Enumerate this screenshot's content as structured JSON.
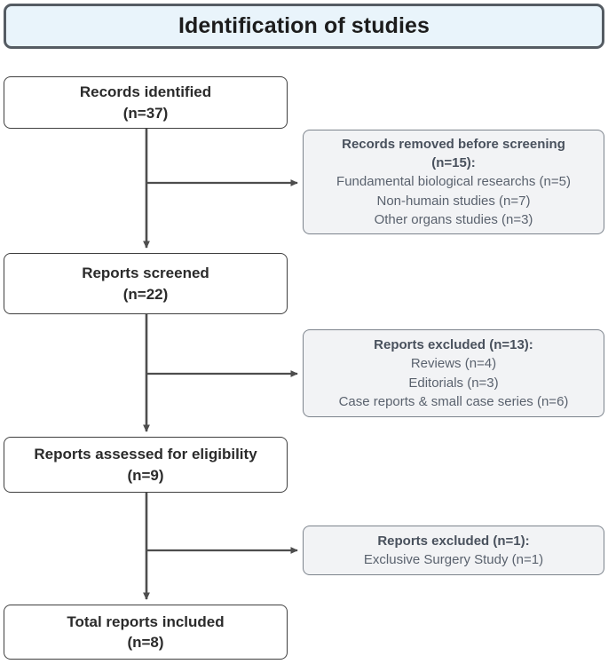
{
  "header": {
    "title": "Identification of studies"
  },
  "flow": {
    "main_nodes": [
      {
        "name": "records-identified",
        "lines": [
          "Records identified",
          "(n=37)"
        ]
      },
      {
        "name": "reports-screened",
        "lines": [
          "Reports screened",
          "(n=22)"
        ]
      },
      {
        "name": "reports-assessed-for-eligibility",
        "lines": [
          "Reports assessed for eligibility",
          "(n=9)"
        ]
      },
      {
        "name": "total-reports-included",
        "lines": [
          "Total reports included",
          "(n=8)"
        ]
      }
    ],
    "exclusion_nodes": [
      {
        "name": "records-removed-before-screening",
        "heading": [
          "Records removed before screening",
          "(n=15):"
        ],
        "reasons": [
          "Fundamental biological researchs (n=5)",
          "Non-humain studies (n=7)",
          "Other organs studies (n=3)"
        ]
      },
      {
        "name": "reports-excluded-13",
        "heading": [
          "Reports excluded (n=13):"
        ],
        "reasons": [
          "Reviews (n=4)",
          "Editorials (n=3)",
          "Case reports & small case series (n=6)"
        ]
      },
      {
        "name": "reports-excluded-1",
        "heading": [
          "Reports excluded (n=1):"
        ],
        "reasons": [
          "Exclusive Surgery Study (n=1)"
        ]
      }
    ]
  },
  "colors": {
    "header_fill": "#e9f4fb",
    "header_border": "#555c63",
    "main_box_fill": "#ffffff",
    "main_box_border": "#3f3f3f",
    "exclusion_box_fill": "#f2f3f5",
    "exclusion_box_border": "#7c838c",
    "connector": "#4d4d4d",
    "main_text": "#2b2b2b",
    "exclusion_text": "#5a626e"
  }
}
